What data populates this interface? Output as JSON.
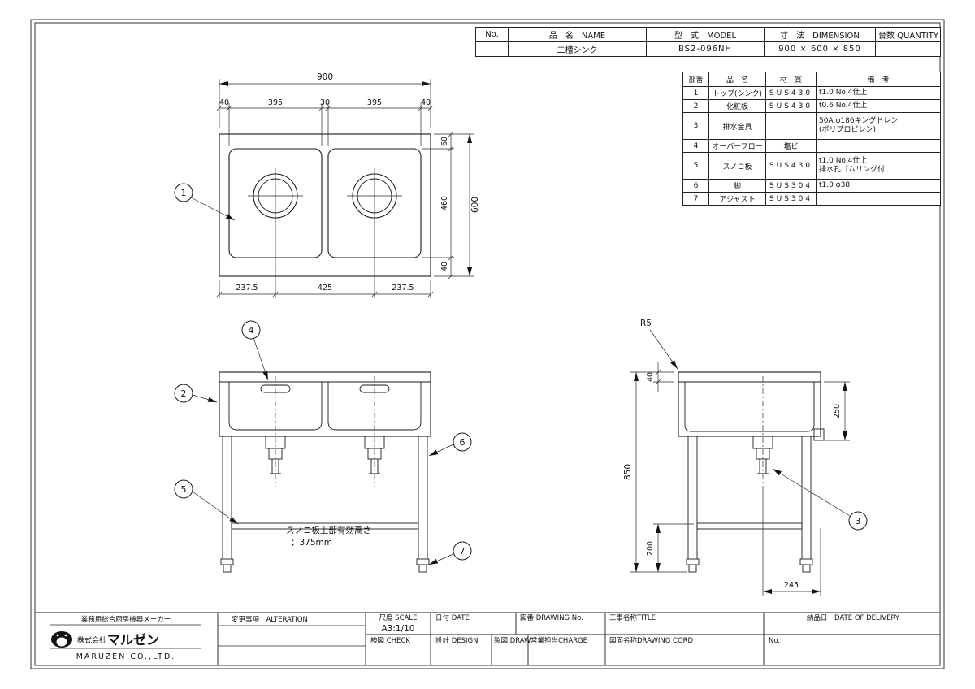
{
  "title_table": {
    "headers": {
      "no": "No.",
      "name": "品　名　NAME",
      "model": "型　式　MODEL",
      "dimension": "寸　法　DIMENSION",
      "quantity": "台数 QUANTITY"
    },
    "row": {
      "no": "",
      "name": "二槽シンク",
      "model": "BS2-096NH",
      "dimension": "900 × 600 × 850",
      "quantity": ""
    }
  },
  "parts_table": {
    "headers": {
      "no": "部番",
      "name": "品　名",
      "material": "材　質",
      "note": "備　考"
    },
    "rows": [
      {
        "no": "1",
        "name": "トップ(シンク)",
        "material": "SUS430",
        "note": "t1.0 No.4仕上",
        "note2": ""
      },
      {
        "no": "2",
        "name": "化粧板",
        "material": "SUS430",
        "note": "t0.6 No.4仕上",
        "note2": ""
      },
      {
        "no": "3",
        "name": "排水金具",
        "material": "",
        "note": "50A φ186キングドレン",
        "note2": "(ポリプロピレン)"
      },
      {
        "no": "4",
        "name": "オーバーフロー",
        "material": "塩ビ",
        "note": "",
        "note2": ""
      },
      {
        "no": "5",
        "name": "スノコ板",
        "material": "SUS430",
        "note": "t1.0 No.4仕上",
        "note2": "排水孔ゴムリング付"
      },
      {
        "no": "6",
        "name": "脚",
        "material": "SUS304",
        "note": "t1.0 φ38",
        "note2": ""
      },
      {
        "no": "7",
        "name": "アジャスト",
        "material": "SUS304",
        "note": "",
        "note2": ""
      }
    ]
  },
  "plan_view": {
    "dim_width": "900",
    "dim_sub_top": [
      "40",
      "395",
      "30",
      "395",
      "40"
    ],
    "dim_height": "600",
    "dim_sub_right": [
      "60",
      "460",
      "40"
    ],
    "dim_bottom": [
      "237.5",
      "425",
      "237.5"
    ],
    "balloon": "1"
  },
  "front_view": {
    "balloon_overflow": "4",
    "balloon_panel": "2",
    "balloon_leg": "6",
    "balloon_shelf": "5",
    "balloon_adjuster": "7",
    "note_line1": "スノコ板上部有効高さ",
    "note_line2": "：375mm"
  },
  "side_view": {
    "radius_label": "R5",
    "dim_top": "40",
    "dim_depth": "250",
    "dim_height": "850",
    "dim_shelf": "200",
    "dim_drain": "245",
    "balloon_drain": "3"
  },
  "footer": {
    "tagline": "業務用総合厨房機器メーカー",
    "company_prefix": "株式会社",
    "company_name": "マルゼン",
    "company_en": "MARUZEN CO.,LTD.",
    "alteration": "変更事項　ALTERATION",
    "scale_label": "尺度 SCALE",
    "scale_value": "A3:1/10",
    "date_label": "日付 DATE",
    "drawing_no_label": "図番 DRAWING No.",
    "title_label": "工事名称TITLE",
    "delivery_label": "納品日　DATE OF DELIVERY",
    "check_label": "検図 CHECK",
    "design_label": "設計 DESIGN",
    "draw_label": "製図 DRAW",
    "charge_label": "営業担当CHARGE",
    "cord_label": "図面名称DRAWING CORD",
    "no_label": "No."
  }
}
